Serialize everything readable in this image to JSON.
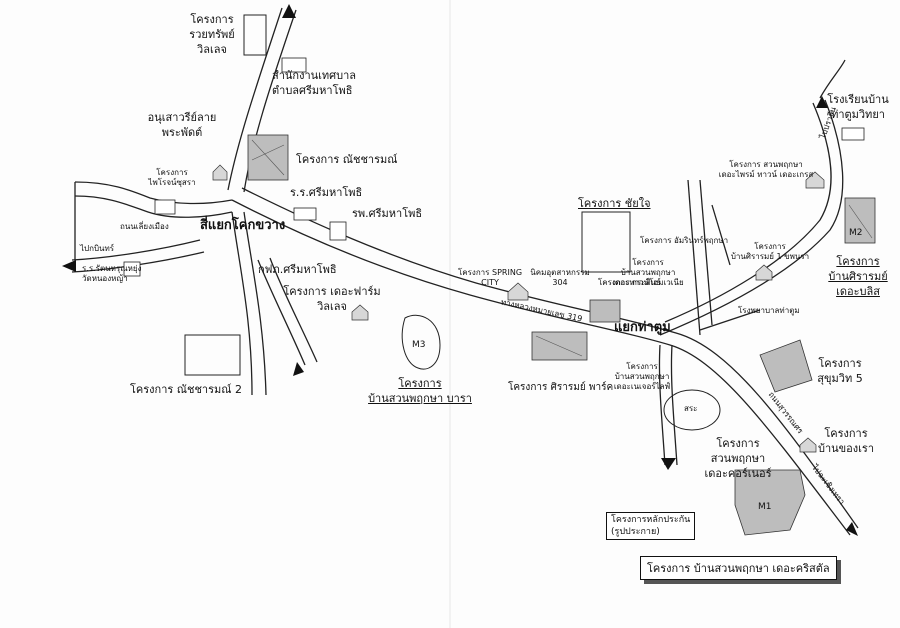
{
  "labels": {
    "royal_village": [
      "โครงการ",
      "รวยทรัพย์",
      "วิลเลจ"
    ],
    "municipal_office": [
      "สำนักงานเทศบาล",
      "ตำบลศรีมหาโพธิ"
    ],
    "monument": [
      "อนุเสาวรีย์ลาย",
      "พระพัดต์"
    ],
    "natcharamon_project": "โครงการ ณัชชารมณ์",
    "left_project_small": [
      "โครงการ",
      "ไพโรจน์ซุสรา"
    ],
    "school_srimahaphot": "ร.ร.ศรีมหาโพธิ",
    "hospital_srimahaphot": "รพ.ศรีมหาโพธิ",
    "intersection_kokkwang": "สี่แยกโคกขวาง",
    "road_left_small": "ถนนเลี่ยงเมือง",
    "left_arrow_small": "ไปกบินทร์",
    "left_school": [
      "ร.ร.รัตนหรุณหยุ่ง",
      "วัดหนองหญ้า"
    ],
    "police_station": "กฟภ.ศรีมหาโพธิ",
    "farm_project": [
      "โครงการ เดอะฟาร์ม",
      "วิลเลจ"
    ],
    "natcharamon2": "โครงการ ณัชชารมณ์ 2",
    "suanphruksa_bara": [
      "โครงการ",
      "บ้านสวนพฤกษา บารา"
    ],
    "m3": "M3",
    "chaichai_project": "โครงการ ชัยใจ",
    "spring_city": [
      "โครงการ SPRING",
      "CITY"
    ],
    "nikom_small": [
      "นิคมอุตสาหกรรม",
      "304"
    ],
    "krasin_small": "โครงการ กระสินธ์",
    "suanphruksa_small": [
      "โครงการ",
      "บ้านสวนพฤกษา",
      "เดอะทาวน์โฮมเวเนีย"
    ],
    "tamarind_small": "โครงการ อัมรินทร์พฤกษา",
    "intersection_thatum": "แยกท่าตูม",
    "dee_design_small": [
      "โครงการ สวนพฤกษา",
      "เดอะไพรม์ ทาวน์ เดอะเกรส"
    ],
    "banphanat_small": [
      "โครงการ",
      "บ้านศิรารมย์ 1 ขพนรา"
    ],
    "hospital_right_small": "โรงพยาบาลท่าตูม",
    "tatum_school": [
      "โรงเรียนบ้าน",
      "ท่าตูมวิทยา"
    ],
    "m2": "M2",
    "sirarom": [
      "โครงการ",
      "บ้านศิรารมย์",
      "เดอะบลิส"
    ],
    "sirarom_park": "โครงการ ศิรารมย์ พาร์ค",
    "suanphruksa_townhome_small": [
      "โครงการ",
      "บ้านสวนพฤกษา",
      "เดอะเนเจอร์ไลฟ์"
    ],
    "pond_small": "สระ",
    "sukhumvit5": [
      "โครงการ",
      "สุขุมวิท 5"
    ],
    "banchongra": [
      "โครงการ",
      "บ้านของเรา"
    ],
    "suanphruksa_corner": [
      "โครงการ",
      "สวนพฤกษา",
      "เดอะคอร์เนอร์"
    ],
    "m1": "M1",
    "road_right_small": "ถนนสุวรรณศร",
    "road_right_small2": "ไปฉะเชิงเทรา",
    "road_top_right_small": "ไปปราจีน",
    "highway_small": "ทางหลวงหมายเลข 319",
    "legend_box": [
      "โครงการหลักประกัน",
      "(รูปประกาย)"
    ],
    "bottom_box": "โครงการ บ้านสวนพฤกษา เดอะคริสตัล"
  }
}
